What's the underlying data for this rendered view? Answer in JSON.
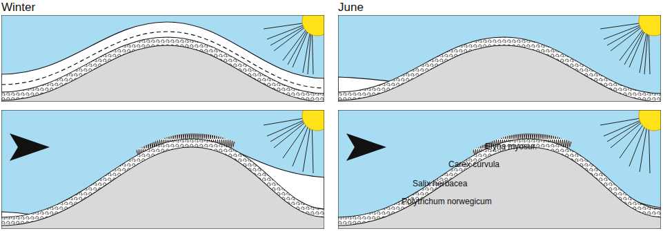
{
  "diagram": {
    "labels": [
      "Winter",
      "June",
      "Elyna myosur.",
      "Carex curvula",
      "Salix herbacea",
      "Polytrichum norwegicum"
    ]
  }
}
